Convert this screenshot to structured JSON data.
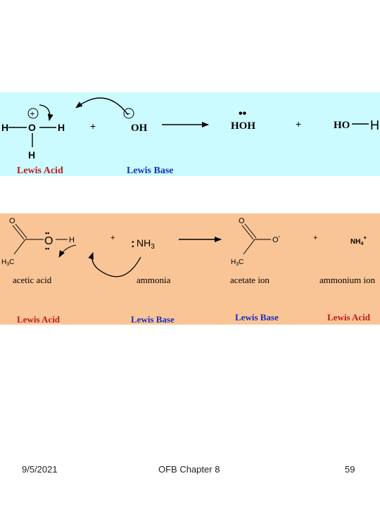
{
  "reaction1": {
    "acid_atoms": {
      "h_left": "H",
      "o": "O",
      "h_right": "H",
      "h_bottom": "H",
      "charge": "+"
    },
    "plus1": "+",
    "base": {
      "formula": "OH",
      "charge": "−"
    },
    "product1": {
      "formula": "HOH",
      "lone_pair": "••"
    },
    "plus2": "+",
    "product2": {
      "left": "HO",
      "right": "H"
    },
    "label_acid": "Lewis Acid",
    "label_base": "Lewis Base",
    "colors": {
      "acid": "#c0191e",
      "base": "#1a2ebd",
      "background": "#ccfbff"
    }
  },
  "reaction2": {
    "acetic": {
      "o_top": "O",
      "o": "O",
      "h": "H",
      "ch3_h": "H",
      "ch3_sub": "3",
      "ch3_c": "C",
      "lone_pair": "••"
    },
    "plus1": "+",
    "ammonia": {
      "dots": ":",
      "formula": "NH",
      "sub": "3"
    },
    "acetate": {
      "o_top": "O",
      "o": "O",
      "charge": "-",
      "ch3_h": "H",
      "ch3_sub": "3",
      "ch3_c": "C"
    },
    "plus2": "+",
    "ammonium": {
      "formula": "NH",
      "sub": "4",
      "charge": "+"
    },
    "names": {
      "acetic_acid": "acetic acid",
      "ammonia": "ammonia",
      "acetate_ion": "acetate ion",
      "ammonium_ion": "ammonium ion"
    },
    "labels": {
      "acid1": "Lewis Acid",
      "base1": "Lewis Base",
      "base2": "Lewis Base",
      "acid2": "Lewis Acid"
    },
    "colors": {
      "acid": "#c0191e",
      "base": "#1a2ebd",
      "background": "#fac596"
    }
  },
  "footer": {
    "date": "9/5/2021",
    "title": "OFB Chapter 8",
    "page": "59"
  }
}
